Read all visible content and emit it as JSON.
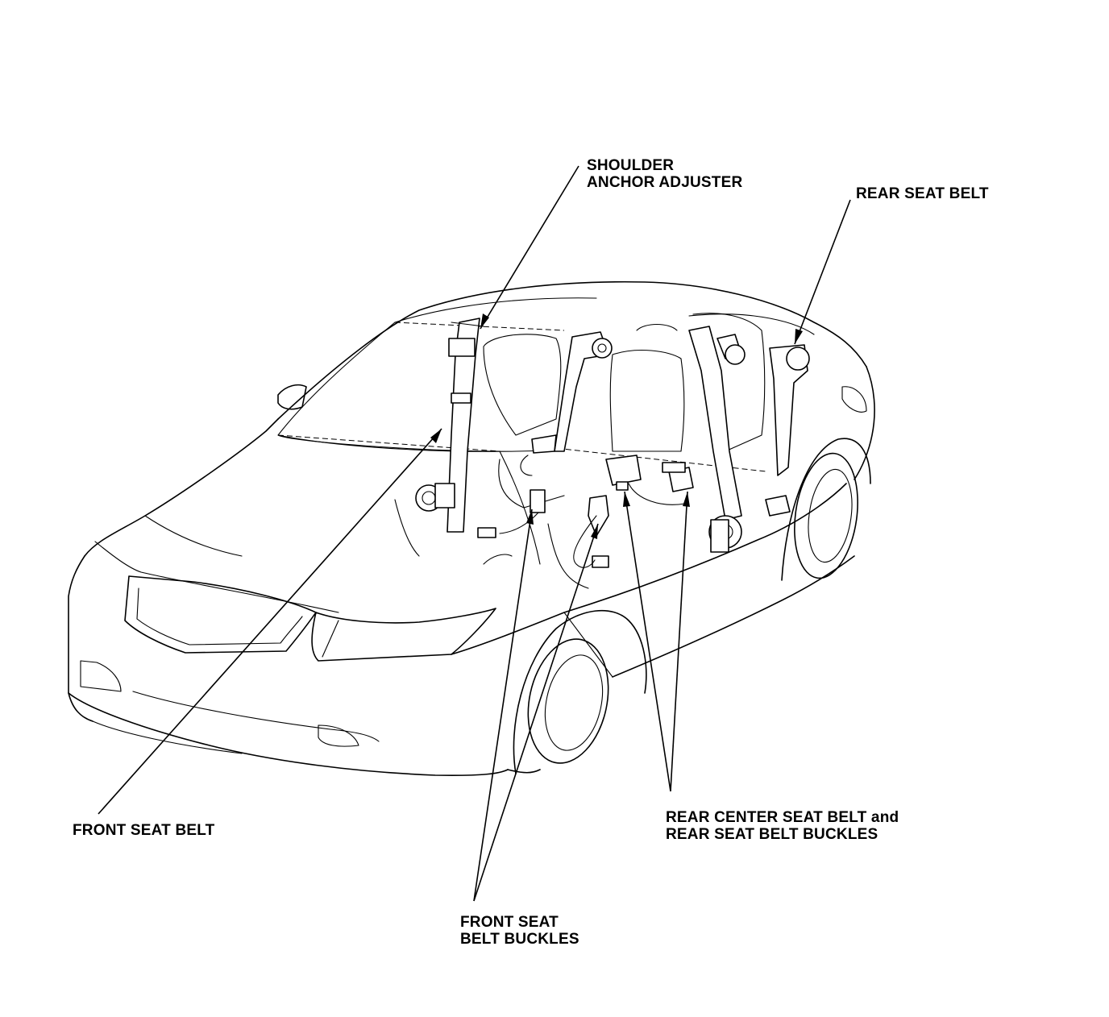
{
  "labels": {
    "shoulder_anchor_adjuster": {
      "line1": "SHOULDER",
      "line2": "ANCHOR ADJUSTER"
    },
    "rear_seat_belt": {
      "line1": "REAR SEAT BELT"
    },
    "front_seat_belt": {
      "line1": "FRONT SEAT BELT"
    },
    "rear_center_seat_belt": {
      "line1": "REAR CENTER SEAT BELT and",
      "line2": "REAR SEAT BELT BUCKLES"
    },
    "front_seat_belt_buckles": {
      "line1": "FRONT SEAT",
      "line2": "BELT BUCKLES"
    }
  },
  "colors": {
    "ink": "#000000",
    "paper": "#ffffff"
  }
}
